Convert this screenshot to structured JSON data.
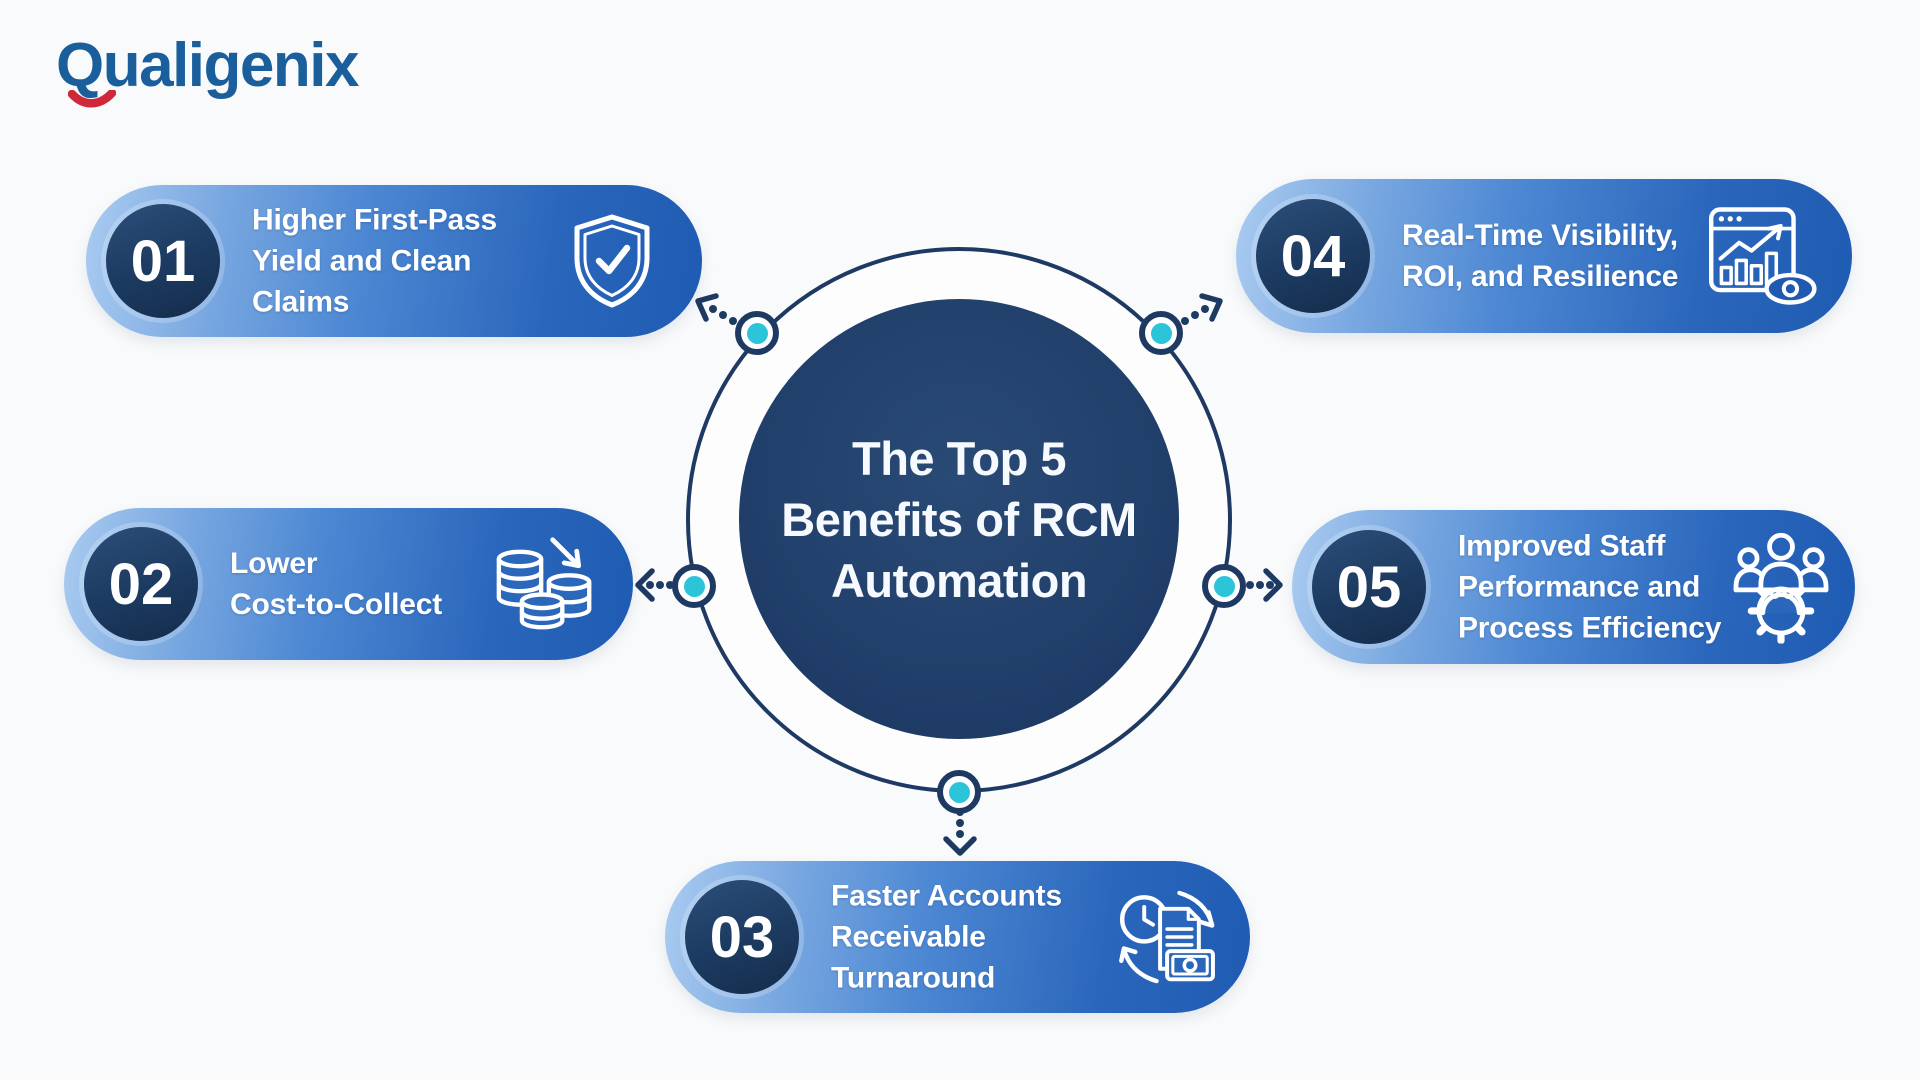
{
  "brand": {
    "name": "Qualigenix"
  },
  "center": {
    "title_lines": [
      "The Top 5",
      "Benefits of RCM",
      "Automation"
    ]
  },
  "benefits": [
    {
      "number": "01",
      "lines": [
        "Higher First-Pass",
        "Yield and Clean",
        "Claims"
      ],
      "icon": "shield-check-icon"
    },
    {
      "number": "02",
      "lines": [
        "Lower",
        "Cost-to-Collect"
      ],
      "icon": "coins-decrease-icon"
    },
    {
      "number": "03",
      "lines": [
        "Faster Accounts",
        "Receivable",
        "Turnaround"
      ],
      "icon": "receivables-cycle-icon"
    },
    {
      "number": "04",
      "lines": [
        "Real-Time Visibility,",
        "ROI, and Resilience"
      ],
      "icon": "dashboard-eye-icon"
    },
    {
      "number": "05",
      "lines": [
        "Improved Staff",
        "Performance and",
        "Process Efficiency"
      ],
      "icon": "team-gear-icon"
    }
  ],
  "colors": {
    "brand_blue": "#1a5f9c",
    "brand_red": "#cf2838",
    "navy": "#1e3a63",
    "teal": "#2bc4d8",
    "pill_gradient_start": "#a9cbf0",
    "pill_gradient_end": "#1e5bb2",
    "hub_fill": "#21406b",
    "page_background": "#f9fafb"
  }
}
